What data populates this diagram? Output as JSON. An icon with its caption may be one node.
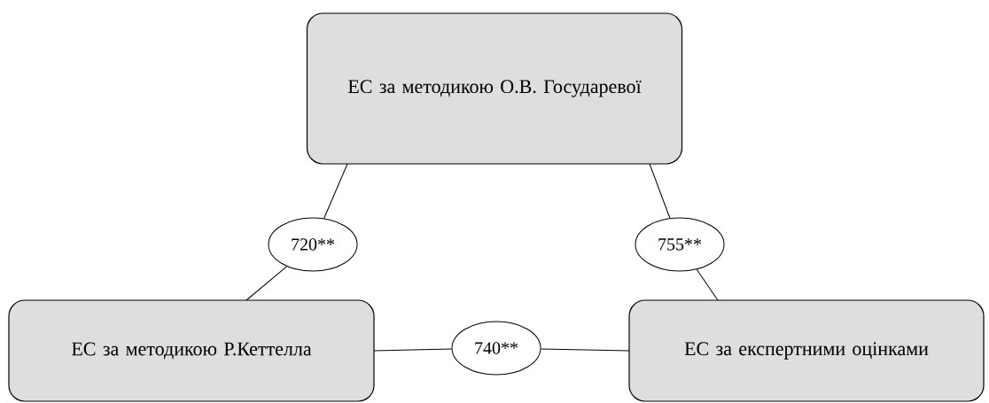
{
  "diagram": {
    "nodes": [
      {
        "text": [
          "ЕС за методикою О.В. Государевої"
        ]
      },
      {
        "text": [
          "720**"
        ]
      },
      {
        "text": [
          "755**"
        ]
      },
      {
        "text": [
          "ЕС за методикою Р.Кеттелла"
        ]
      },
      {
        "text": [
          "740**"
        ]
      },
      {
        "text": [
          "ЕС за експертними оцінками"
        ]
      }
    ],
    "edges": [
      {
        "from": 0,
        "to": 1,
        "arrow": "none"
      },
      {
        "from": 1,
        "to": 3,
        "arrow": "none"
      },
      {
        "from": 0,
        "to": 2,
        "arrow": "none"
      },
      {
        "from": 2,
        "to": 5,
        "arrow": "none"
      },
      {
        "from": 3,
        "to": 4,
        "arrow": "none"
      },
      {
        "from": 4,
        "to": 5,
        "arrow": "none"
      }
    ]
  }
}
